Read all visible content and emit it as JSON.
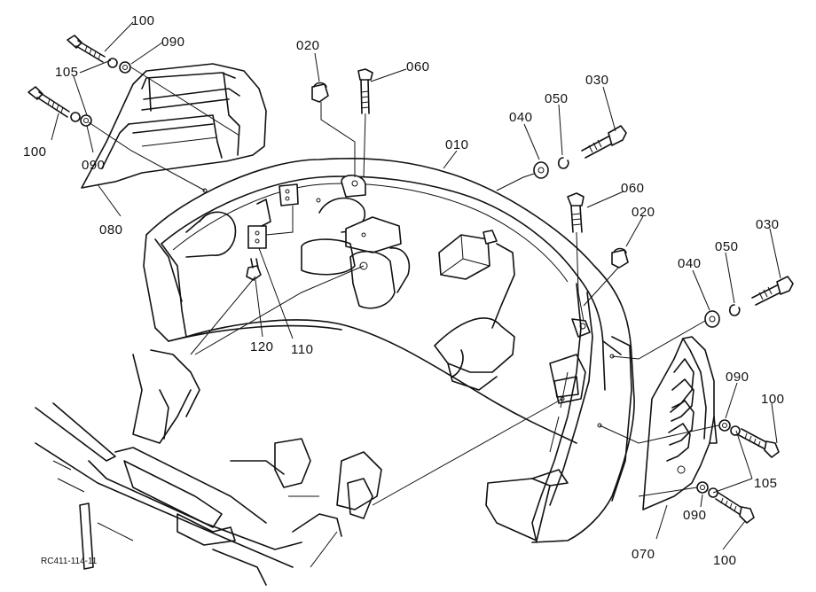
{
  "drawing": {
    "reference_code": "RC411-114-11",
    "part_labels": [
      {
        "id": "100-a",
        "text": "100"
      },
      {
        "id": "090-a",
        "text": "090"
      },
      {
        "id": "105-a",
        "text": "105"
      },
      {
        "id": "100-b",
        "text": "100"
      },
      {
        "id": "090-b",
        "text": "090"
      },
      {
        "id": "080",
        "text": "080"
      },
      {
        "id": "020-a",
        "text": "020"
      },
      {
        "id": "060-a",
        "text": "060"
      },
      {
        "id": "010",
        "text": "010"
      },
      {
        "id": "040-a",
        "text": "040"
      },
      {
        "id": "050-a",
        "text": "050"
      },
      {
        "id": "030-a",
        "text": "030"
      },
      {
        "id": "060-b",
        "text": "060"
      },
      {
        "id": "020-b",
        "text": "020"
      },
      {
        "id": "030-b",
        "text": "030"
      },
      {
        "id": "050-b",
        "text": "050"
      },
      {
        "id": "040-b",
        "text": "040"
      },
      {
        "id": "120",
        "text": "120"
      },
      {
        "id": "110",
        "text": "110"
      },
      {
        "id": "090-c",
        "text": "090"
      },
      {
        "id": "100-c",
        "text": "100"
      },
      {
        "id": "105-b",
        "text": "105"
      },
      {
        "id": "090-d",
        "text": "090"
      },
      {
        "id": "070",
        "text": "070"
      },
      {
        "id": "100-d",
        "text": "100"
      }
    ]
  }
}
